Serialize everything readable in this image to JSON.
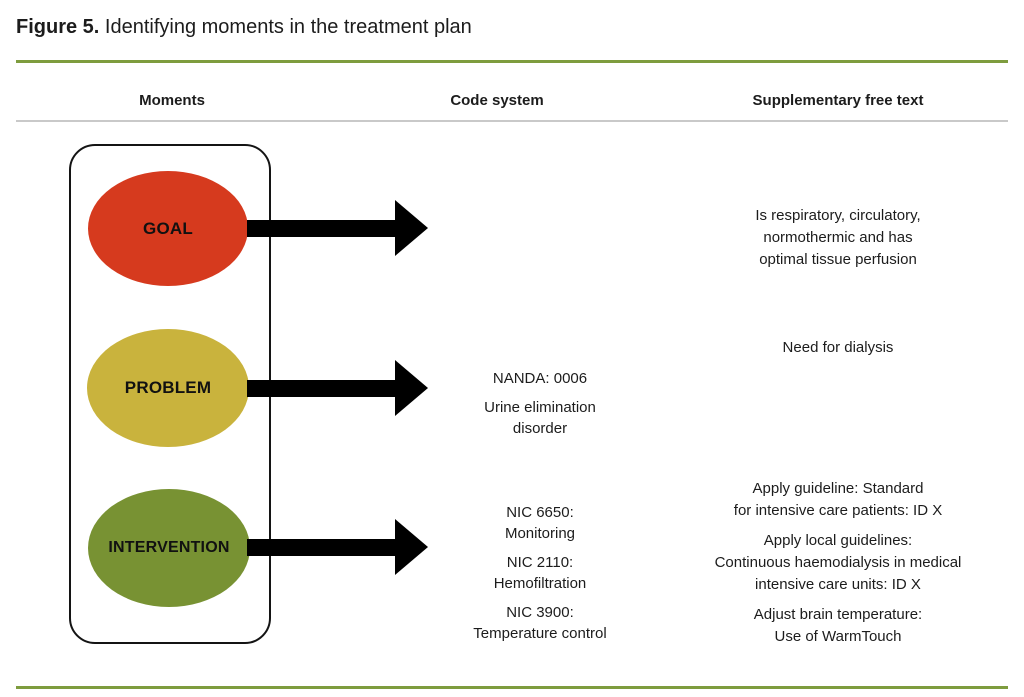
{
  "title": {
    "label": "Figure 5.",
    "text": " Identifying moments in the treatment plan"
  },
  "headers": {
    "moments": "Moments",
    "code_system": "Code system",
    "supplementary": "Supplementary free text"
  },
  "colors": {
    "rule_green": "#7e9c3e",
    "rule_gray": "#c9c9c9",
    "goal_fill": "#d63a1e",
    "problem_fill": "#c9b33d",
    "intervention_fill": "#789233"
  },
  "goal": {
    "label": "GOAL",
    "fill": "#d63a1e",
    "supplementary": [
      "Is respiratory, circulatory,",
      "normothermic and has",
      "optimal tissue perfusion"
    ]
  },
  "problem": {
    "label": "PROBLEM",
    "fill": "#c9b33d",
    "code": [
      [
        "NANDA: 0006"
      ],
      [
        "Urine elimination",
        "disorder"
      ]
    ],
    "supplementary": [
      "Need for dialysis"
    ]
  },
  "intervention": {
    "label": "INTERVENTION",
    "fill": "#789233",
    "code": [
      [
        "NIC 6650:",
        "Monitoring"
      ],
      [
        "NIC 2110:",
        "Hemofiltration"
      ],
      [
        "NIC 3900:",
        "Temperature control"
      ]
    ],
    "supplementary": [
      [
        "Apply guideline: Standard",
        "for intensive care patients: ID X"
      ],
      [
        "Apply local guidelines:",
        "Continuous haemodialysis in medical",
        "intensive care units: ID X"
      ],
      [
        "Adjust brain temperature:",
        "Use of WarmTouch"
      ]
    ]
  }
}
